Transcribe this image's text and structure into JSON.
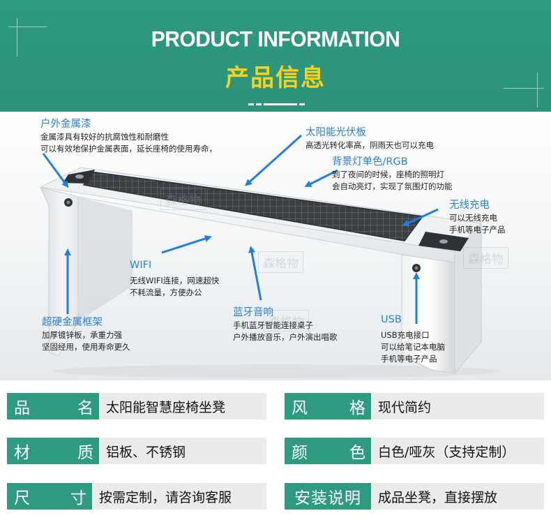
{
  "header": {
    "title_en": "PRODUCT INFORMATION",
    "title_cn": "产品信息"
  },
  "annotations": {
    "paint": {
      "title": "户外金属漆",
      "lines": [
        "金属漆具有较好的抗腐蚀性和耐磨性",
        "可以有效地保护金属表面，延长座椅的使用寿命，"
      ]
    },
    "solar": {
      "title": "太阳能光伏板",
      "lines": [
        "高透光转化率高，阴雨天也可以充电"
      ]
    },
    "backlight": {
      "title": "背景灯单色/RGB",
      "lines": [
        "到了夜间的时候，座椅的照明灯",
        "会自动亮灯，实现了氛围灯的功能"
      ]
    },
    "wireless": {
      "title": "无线充电",
      "lines": [
        "可以无线充电",
        "手机等电子产品"
      ]
    },
    "wifi": {
      "title": "WIFI",
      "lines": [
        "无线WIFI连接，网速超快",
        "不耗流量，方便办公"
      ]
    },
    "frame": {
      "title": "超硬金属框架",
      "lines": [
        "加厚镀锌板，承重力强",
        "坚固经用，使用寿命更久"
      ]
    },
    "bluetooth": {
      "title": "蓝牙音响",
      "lines": [
        "手机蓝牙智能连接桌子",
        "户外播放音乐，户外演出唱歌"
      ]
    },
    "usb": {
      "title": "USB",
      "lines": [
        "USB充电接口",
        "可以给笔记本电脑",
        "手机等电子产品"
      ]
    }
  },
  "watermark": "森格物",
  "specs": [
    {
      "label_a": "品",
      "label_b": "名",
      "value": "太阳能智慧座椅坐凳"
    },
    {
      "label_a": "风",
      "label_b": "格",
      "value": "现代简约"
    },
    {
      "label_a": "材",
      "label_b": "质",
      "value": "铝板、不锈钢"
    },
    {
      "label_a": "颜",
      "label_b": "色",
      "value": "白色/哑灰（支持定制）"
    },
    {
      "label_a": "尺",
      "label_b": "寸",
      "value": "按需定制，请咨询客服"
    },
    {
      "label": "安装说明",
      "value": "成品坐凳，直接摆放"
    }
  ],
  "colors": {
    "brand_green": "#2e9a80",
    "title_yellow": "#f7d21a",
    "annotation_blue": "#2a7fd6",
    "arrow_blue": "#1f7fe0"
  }
}
